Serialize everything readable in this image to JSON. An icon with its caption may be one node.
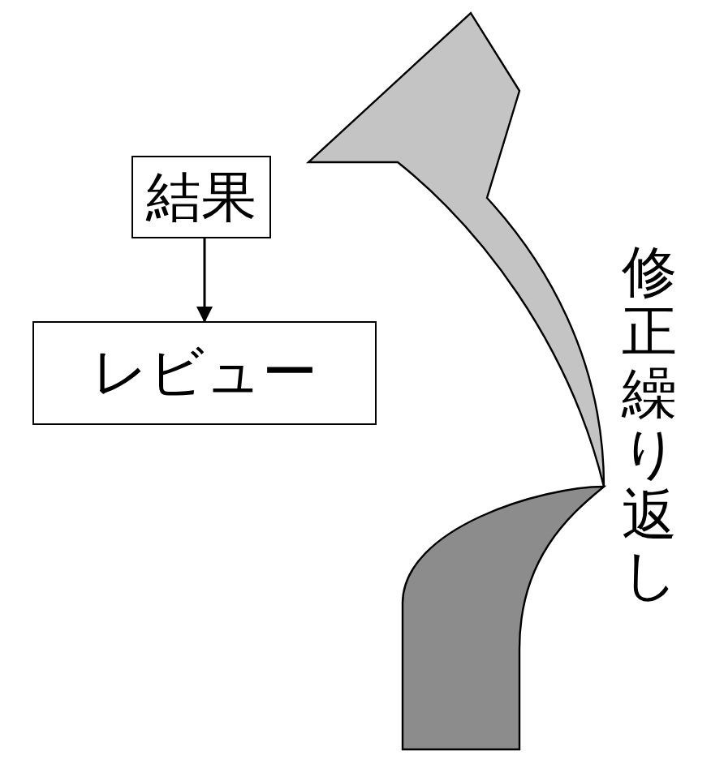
{
  "diagram": {
    "nodes": [
      {
        "text": [
          "結果"
        ]
      },
      {
        "text": [
          "レビュー"
        ]
      }
    ],
    "edges": [
      {
        "from": 0,
        "to": 1,
        "arrow": "to"
      }
    ],
    "labels": [
      "修正繰り返し"
    ]
  }
}
